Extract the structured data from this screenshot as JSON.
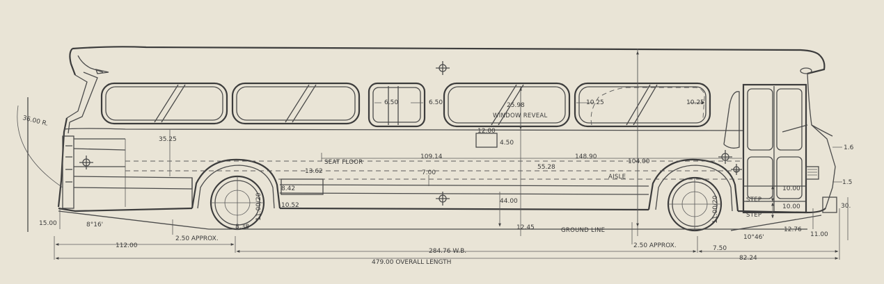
{
  "drawing": {
    "annotations": {
      "front_radius": "36.00 R.",
      "body_to_window": "35.25",
      "window_reveal_value": "25.98",
      "window_reveal_label": "WINDOW REVEAL",
      "small_window_left": "6.50",
      "small_window_right": "6.50",
      "window_spacing_left": "10.25",
      "window_spacing_right": "10.25",
      "seat_box_width": "12.00",
      "seat_box_height": "4.50",
      "seat_floor_label": "SEAT FLOOR",
      "seat_floor_front": "109.14",
      "seat_floor_rear": "148.90",
      "floor_height": "55.28",
      "step_front": "13.62",
      "step_gap": "7.00",
      "overall_height": "104.00",
      "aisle_label": "AISLE",
      "front_step_a": "8.42",
      "front_step_b": "10.52",
      "aisle_height": "44.00",
      "tire_front": "11:00/20",
      "tire_rear": "11:00/20",
      "rear_right_a": "1.6",
      "rear_right_b": "1.5",
      "rear_right_c": "30.",
      "step_label_upper": "STEP",
      "step_label_lower": "STEP",
      "step_height_upper": "10.00",
      "step_height_lower": "10.00",
      "bottom_left_height": "15.00",
      "approach_angle": "8°16'",
      "axle_clearance": "8.38",
      "front_clearance": "2.50 APPROX.",
      "rear_clearance": "2.50 APPROX.",
      "ground_clearance": "12.45",
      "ground_line_label": "GROUND LINE",
      "departure_angle": "10°46'",
      "rear_step_offset": "12.76",
      "rear_overhang_height": "11.00",
      "rear_wheel_offset": "7.50"
    },
    "dimensions": {
      "front_overhang": "112.00",
      "wheelbase": "284.76 W.B.",
      "rear_overhang": "82.24",
      "overall_length": "479.00 OVERALL LENGTH"
    }
  }
}
